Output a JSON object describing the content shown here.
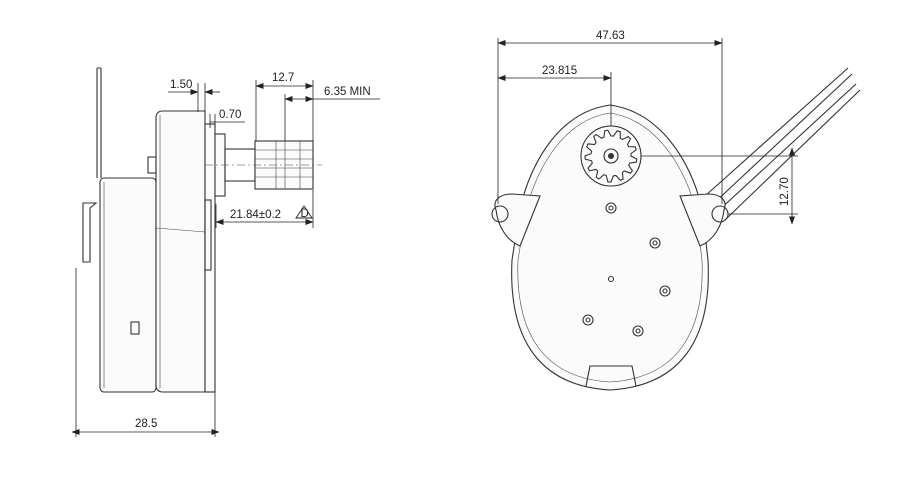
{
  "side_view": {
    "dimensions": {
      "flange_thickness": "1.50",
      "shaft_offset": "0.70",
      "spline_length": "12.7",
      "min_engagement": "6.35 MIN",
      "shaft_height": "21.84±0.2",
      "datum_marker": "D",
      "overall_depth": "28.5"
    }
  },
  "front_view": {
    "dimensions": {
      "hole_spacing": "47.63",
      "hole_to_shaft": "23.815",
      "shaft_height_above_holes": "12.70"
    }
  }
}
